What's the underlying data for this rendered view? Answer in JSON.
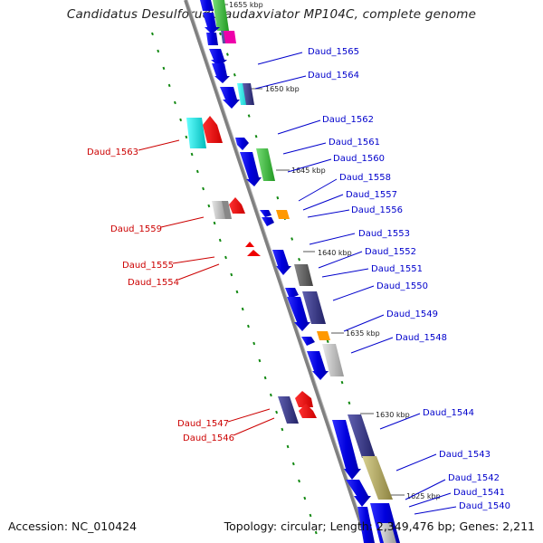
{
  "title": "Candidatus Desulforudis audaxviator MP104C, complete genome",
  "footer": {
    "accession": "Accession: NC_010424",
    "summary": "Topology: circular; Length: 2,349,476 bp; Genes: 2,211"
  },
  "kbp_markers": [
    "1655 kbp",
    "1650 kbp",
    "1645 kbp",
    "1640 kbp",
    "1635 kbp",
    "1630 kbp",
    "1625 kbp"
  ],
  "right_genes": [
    "Daud_1565",
    "Daud_1564",
    "Daud_1562",
    "Daud_1561",
    "Daud_1560",
    "Daud_1558",
    "Daud_1557",
    "Daud_1556",
    "Daud_1553",
    "Daud_1552",
    "Daud_1551",
    "Daud_1550",
    "Daud_1549",
    "Daud_1548",
    "Daud_1544",
    "Daud_1543",
    "Daud_1542",
    "Daud_1541",
    "Daud_1540"
  ],
  "left_genes": [
    "Daud_1563",
    "Daud_1559",
    "Daud_1555",
    "Daud_1554",
    "Daud_1547",
    "Daud_1546"
  ],
  "colors": {
    "forward_strand": "#0000ee",
    "reverse_strand": "#ee0000",
    "label_forward": "#0000cc",
    "label_reverse": "#cc0000",
    "backbone": "#808080",
    "gc_dots": "#118811",
    "cyan": "#00dddd",
    "green": "#33bb33",
    "magenta": "#ee00aa",
    "orange": "#ff9900",
    "navy": "#333388",
    "gray": "#aaaaaa",
    "olive": "#aaa060"
  }
}
